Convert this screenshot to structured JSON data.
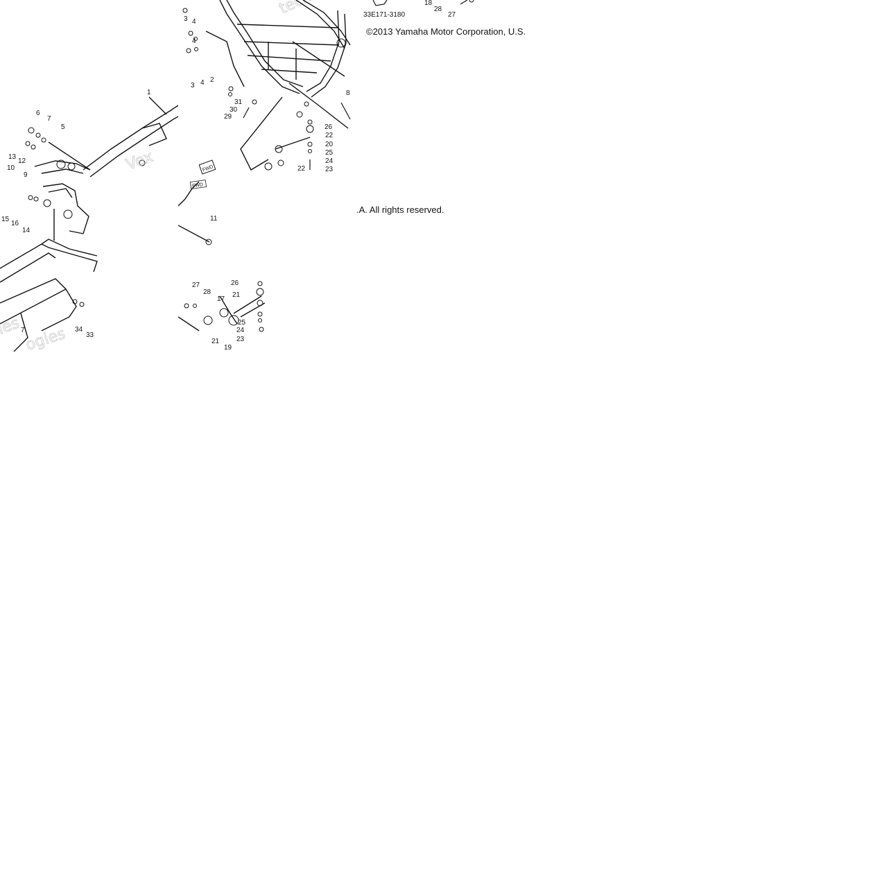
{
  "copyright": {
    "line1": "©2013 Yamaha Motor Corporation, U.S.",
    "line2": ".A. All rights reserved."
  },
  "drawing_ref": "33E171-3180",
  "watermark_fragments": [
    "technologies",
    "ogies",
    "Vex",
    "ies"
  ],
  "callouts": {
    "t1": [
      "3",
      "4",
      "4",
      "3",
      "4",
      "2",
      "31",
      "30",
      "29",
      "8",
      "26",
      "22",
      "20",
      "25",
      "24",
      "23",
      "22",
      "18",
      "28",
      "27"
    ],
    "t3": [
      "6",
      "7",
      "5",
      "13",
      "12",
      "10",
      "9",
      "1"
    ],
    "t4": [
      "15",
      "16",
      "14",
      "34",
      "33",
      "7"
    ],
    "t5": [
      "11",
      "27",
      "28",
      "17",
      "26",
      "21",
      "25",
      "24",
      "23",
      "21",
      "19"
    ]
  },
  "stamps": {
    "fwd": "FWD",
    "fwd2": "FWD"
  }
}
